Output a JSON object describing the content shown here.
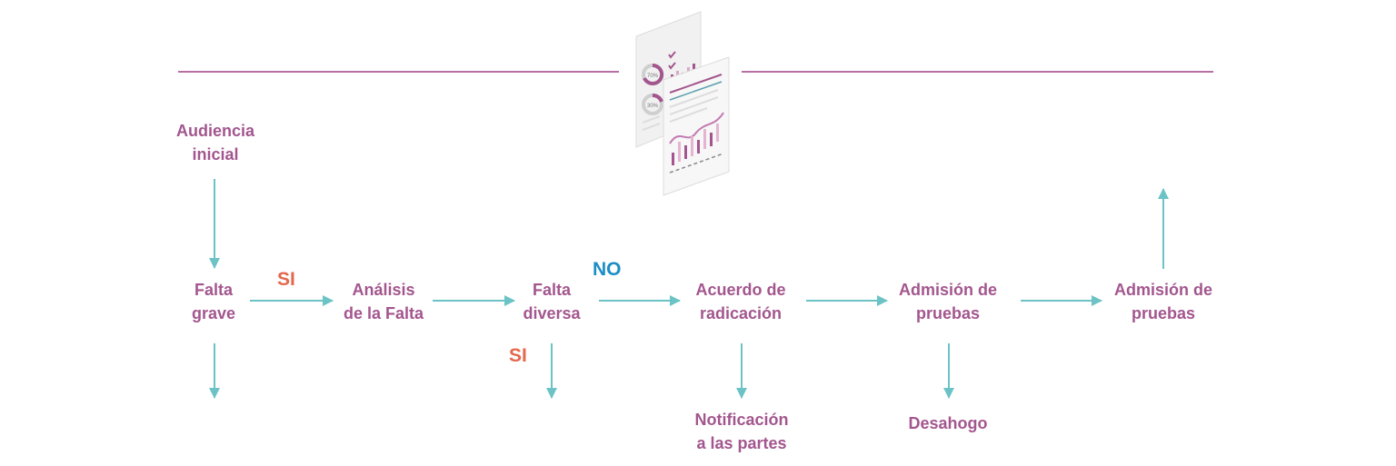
{
  "colors": {
    "node_text": "#a3568e",
    "arrow": "#6cc3c6",
    "header_line": "#b86fa4",
    "si": "#e4674e",
    "no": "#1b8ec6"
  },
  "nodes": {
    "audiencia": [
      "Audiencia",
      "inicial"
    ],
    "falta_grave": [
      "Falta",
      "grave"
    ],
    "analisis": [
      "Análisis",
      "de la Falta"
    ],
    "falta_diversa": [
      "Falta",
      "diversa"
    ],
    "acuerdo": [
      "Acuerdo de",
      "radicación"
    ],
    "admision1": [
      "Admisión de",
      "pruebas"
    ],
    "admision2": [
      "Admisión de",
      "pruebas"
    ],
    "notificacion": [
      "Notificación",
      "a las partes"
    ],
    "desahogo": [
      "Desahogo"
    ]
  },
  "labels": {
    "si_1": "SI",
    "no_1": "NO",
    "si_2": "SI"
  },
  "illustration": {
    "icon": "report-documents-icon",
    "pct_a": "70%",
    "pct_b": "30%"
  }
}
